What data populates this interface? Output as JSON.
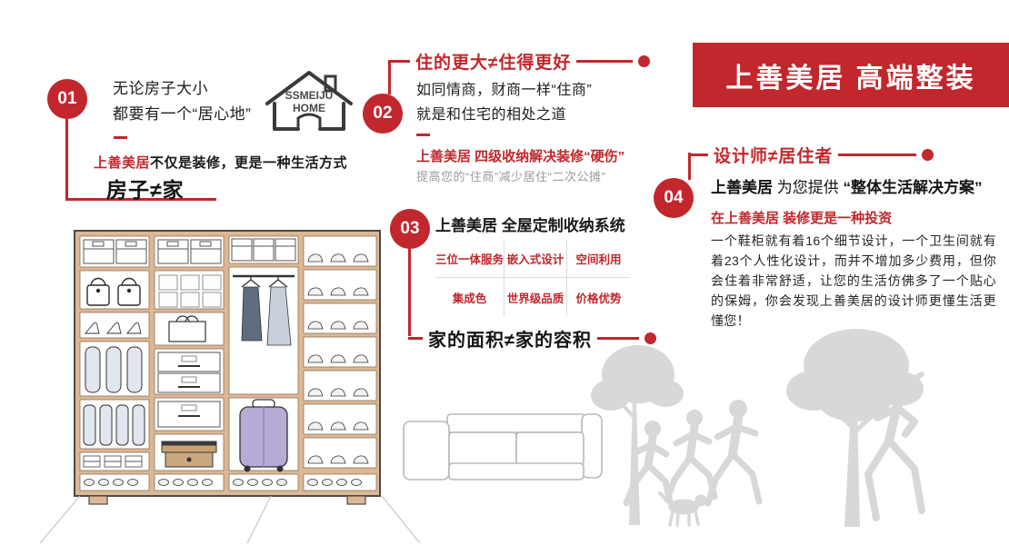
{
  "banner": {
    "title": "上善美居 高端整装"
  },
  "logo": {
    "line1": "SSMEIJU",
    "line2": "HOME"
  },
  "points": {
    "p1": {
      "number": "01",
      "text_line1": "无论房子大小",
      "text_line2": "都要有一个“居心地”",
      "brand": "上善美居",
      "brand_suffix": "不仅是装修，更是一种生活方式",
      "heading": "房子≠家"
    },
    "p2": {
      "number": "02",
      "heading": "住的更大≠住得更好",
      "text_line1": "如同情商，财商一样“住商”",
      "text_line2": "就是和住宅的相处之道",
      "red_note": "上善美居 四级收纳解决装修“硬伤”",
      "gray_note": "提高您的“住商”减少居住“二次公摊”"
    },
    "p3": {
      "number": "03",
      "title": "上善美居 全屋定制收纳系统",
      "grid": [
        "三位一体服务",
        "嵌入式设计",
        "空间利用",
        "集成色",
        "世界级品质",
        "价格优势"
      ],
      "heading": "家的面积≠家的容积"
    },
    "p4": {
      "number": "04",
      "heading": "设计师≠居住者",
      "sub_brand": "上善美居",
      "sub_mid": " 为您提供 ",
      "sub_quote": "“整体生活解决方案”",
      "invest": "在上善美居 装修更是一种投资",
      "paragraph": "一个鞋柜就有着16个细节设计，一个卫生间就有着23个人性化设计，而并不增加多少费用，但你会住着非常舒适，让您的生活仿佛多了一个贴心的保姆，你会发现上善美居的设计师更懂生活更懂您！"
    }
  },
  "colors": {
    "red": "#c1272d",
    "tan": "#dcb894",
    "silhouette": "#d8d8d8"
  }
}
